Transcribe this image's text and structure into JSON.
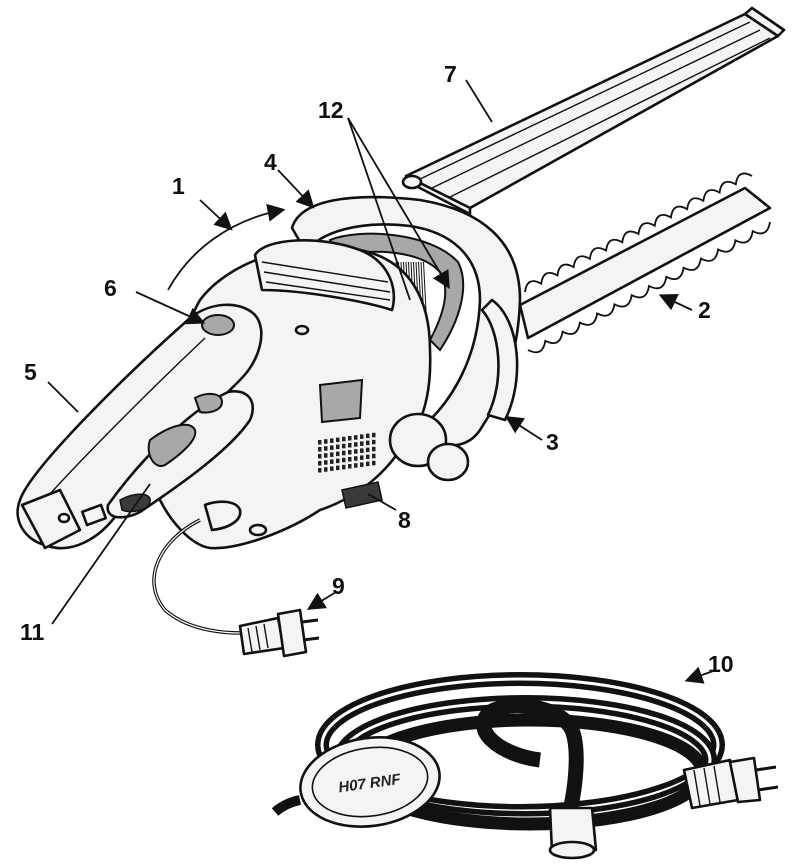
{
  "labels": {
    "l1": "1",
    "l2": "2",
    "l3": "3",
    "l4": "4",
    "l5": "5",
    "l6": "6",
    "l7": "7",
    "l8": "8",
    "l9": "9",
    "l10": "10",
    "l11": "11",
    "l12": "12"
  },
  "cord_tag_text": "H07 RNF",
  "colors": {
    "ink": "#111111",
    "shade": "#a8a8a8",
    "paper": "#ffffff"
  }
}
